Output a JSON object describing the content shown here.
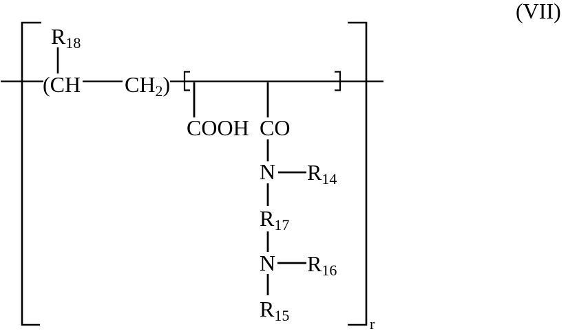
{
  "formula_label": "(VII)",
  "repeat_subscript": "r",
  "labels": {
    "r18": {
      "base": "R",
      "sub": "18"
    },
    "ch_open": "(CH",
    "ch2": {
      "base": "CH",
      "sub": "2",
      "close": ")"
    },
    "cooh": "COOH",
    "co": "CO",
    "n1": "N",
    "r14": {
      "base": "R",
      "sub": "14"
    },
    "r17": {
      "base": "R",
      "sub": "17"
    },
    "n2": "N",
    "r16": {
      "base": "R",
      "sub": "16"
    },
    "r15": {
      "base": "R",
      "sub": "15"
    }
  },
  "colors": {
    "ink": "#000000",
    "background": "#ffffff"
  }
}
